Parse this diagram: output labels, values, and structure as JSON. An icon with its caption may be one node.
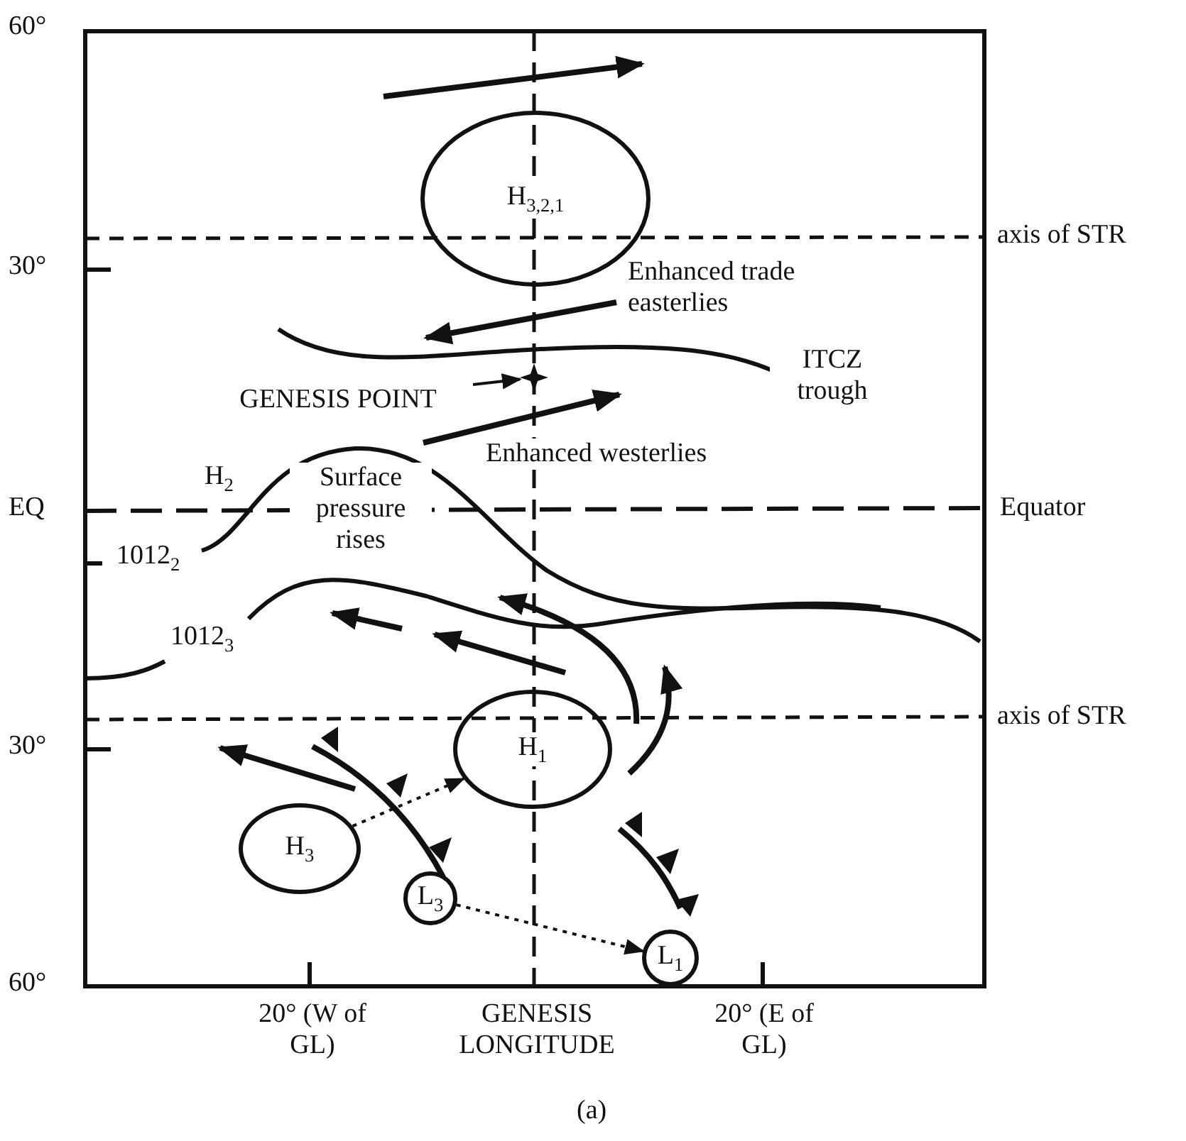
{
  "diagram": {
    "caption": "(a)",
    "nodes": [
      {
        "text": [
          "H$_{3,2,1}$"
        ]
      },
      {
        "text": [
          "GENESIS POINT"
        ]
      },
      {
        "text": [],
        "shape": "star"
      },
      {
        "text": [
          "H$_{1}$"
        ]
      },
      {
        "text": [
          "H$_{3}$"
        ]
      },
      {
        "text": [
          "L$_{3}$"
        ]
      },
      {
        "text": [
          "L$_{1}$"
        ]
      }
    ],
    "edges": [
      {
        "from": 1,
        "to": 2,
        "arrow": "to"
      },
      {
        "from": 4,
        "to": 3,
        "arrow": "to",
        "style": "dashed"
      },
      {
        "from": 5,
        "to": 6,
        "arrow": "to",
        "style": "dashed"
      }
    ],
    "labels": [
      "60°",
      "axis of STR",
      "30°",
      "Enhanced trade easterlies",
      "ITCZ trough",
      "Enhanced westerlies",
      "H$_{2}$",
      "Surface pressure rises",
      "EQ",
      "Equator",
      "1012$_{2}$",
      "1012$_{3}$",
      "axis of STR",
      "30°",
      "60°",
      "20° (W of GL)",
      "GENESIS LONGITUDE",
      "20° (E of GL)"
    ]
  }
}
